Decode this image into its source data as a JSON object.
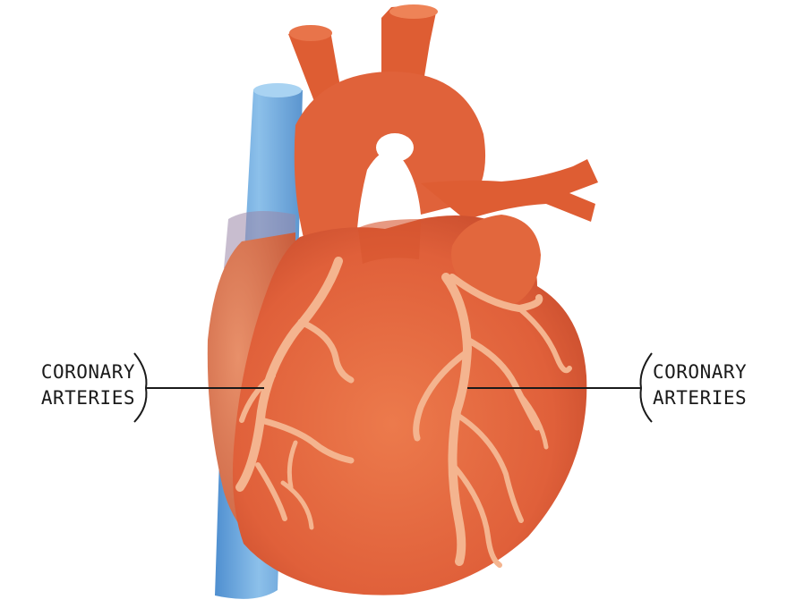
{
  "labels": {
    "left": {
      "line1": "CORONARY",
      "line2": "ARTERIES"
    },
    "right": {
      "line1": "CORONARY",
      "line2": "ARTERIES"
    }
  },
  "colors": {
    "heart": "#e2643b",
    "heart_shade": "#c8472a",
    "artery": "#f4b48f",
    "vein": "#6aa6d8",
    "leader_line": "#1a1a1a"
  }
}
